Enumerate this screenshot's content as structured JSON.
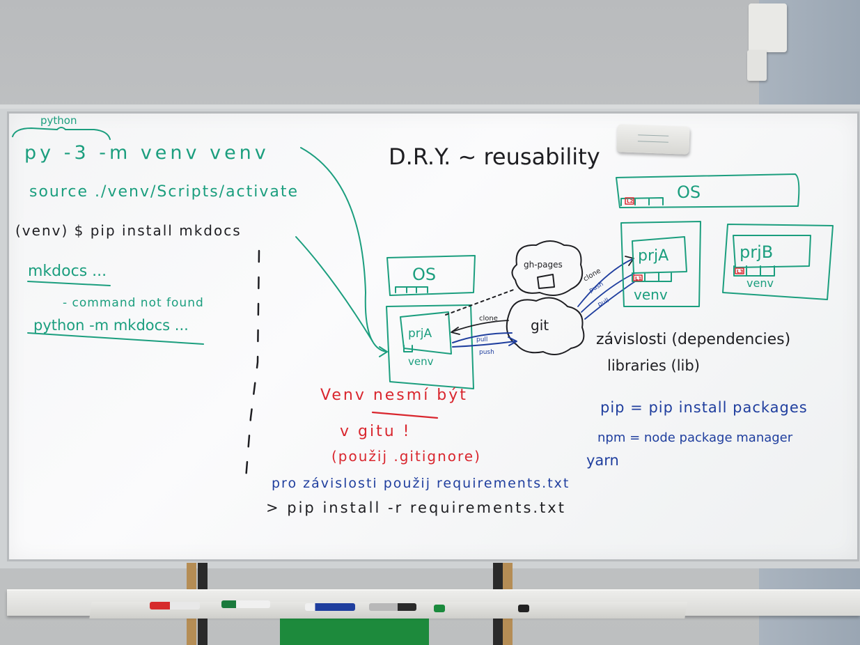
{
  "board": {
    "python_label": "python",
    "cmd1": "py -3 -m venv venv",
    "cmd2": "source ./venv/Scripts/activate",
    "cmd3": "(venv) $ pip install mkdocs",
    "mkdocs": "mkdocs ...",
    "not_found": "- command not found",
    "python_m": "python -m mkdocs ...",
    "title": "D.R.Y. ~ reusability",
    "os_left": "OS",
    "os_right": "OS",
    "prja_left": "prjA",
    "venv_left": "venv",
    "ghpages": "gh-pages",
    "git": "git",
    "clone1": "clone",
    "pull1": "pull",
    "push1": "push",
    "clone2": "clone",
    "push2": "push",
    "pull2": "pull",
    "prja_right": "prjA",
    "venv_right": "venv",
    "prjb": "prjB",
    "venv_b": "venv",
    "l1": "L1",
    "l2": "L2",
    "l3": "L3",
    "zavislosti": "závislosti (dependencies)",
    "libraries": "libraries (lib)",
    "venv_red1": "Venv nesmí být",
    "venv_red2": "v gitu !",
    "venv_red3": "(použij .gitignore)",
    "pip_line": "pip = pip install packages",
    "npm_line": "npm = node package manager",
    "yarn": "yarn",
    "req1": "pro závislosti použij requirements.txt",
    "req2": "> pip install -r requirements.txt"
  },
  "colors": {
    "teal": "#1b9e7e",
    "black": "#1e1e22",
    "red": "#d9262e",
    "blue": "#1f3e9e"
  },
  "icons": [
    "eraser-icon",
    "red-marker-icon",
    "green-marker-icon",
    "blue-marker-icon",
    "black-marker-icon"
  ]
}
